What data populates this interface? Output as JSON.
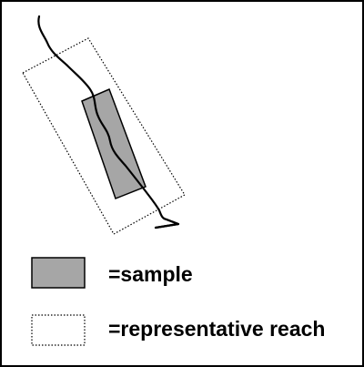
{
  "legend": {
    "items": [
      {
        "label": "=sample",
        "fill": "#a6a6a6",
        "stroke": "#000000",
        "line_style": "solid"
      },
      {
        "label": "=representative reach",
        "fill": "#ffffff",
        "stroke": "#000000",
        "line_style": "dotted"
      }
    ]
  },
  "colors": {
    "background": "#ffffff",
    "border": "#000000",
    "sample_fill": "#a6a6a6",
    "stream_line": "#000000"
  },
  "diagram": {
    "elements": [
      "stream-channel",
      "representative-reach-rectangle",
      "sample-rectangle",
      "flow-arrow"
    ]
  }
}
